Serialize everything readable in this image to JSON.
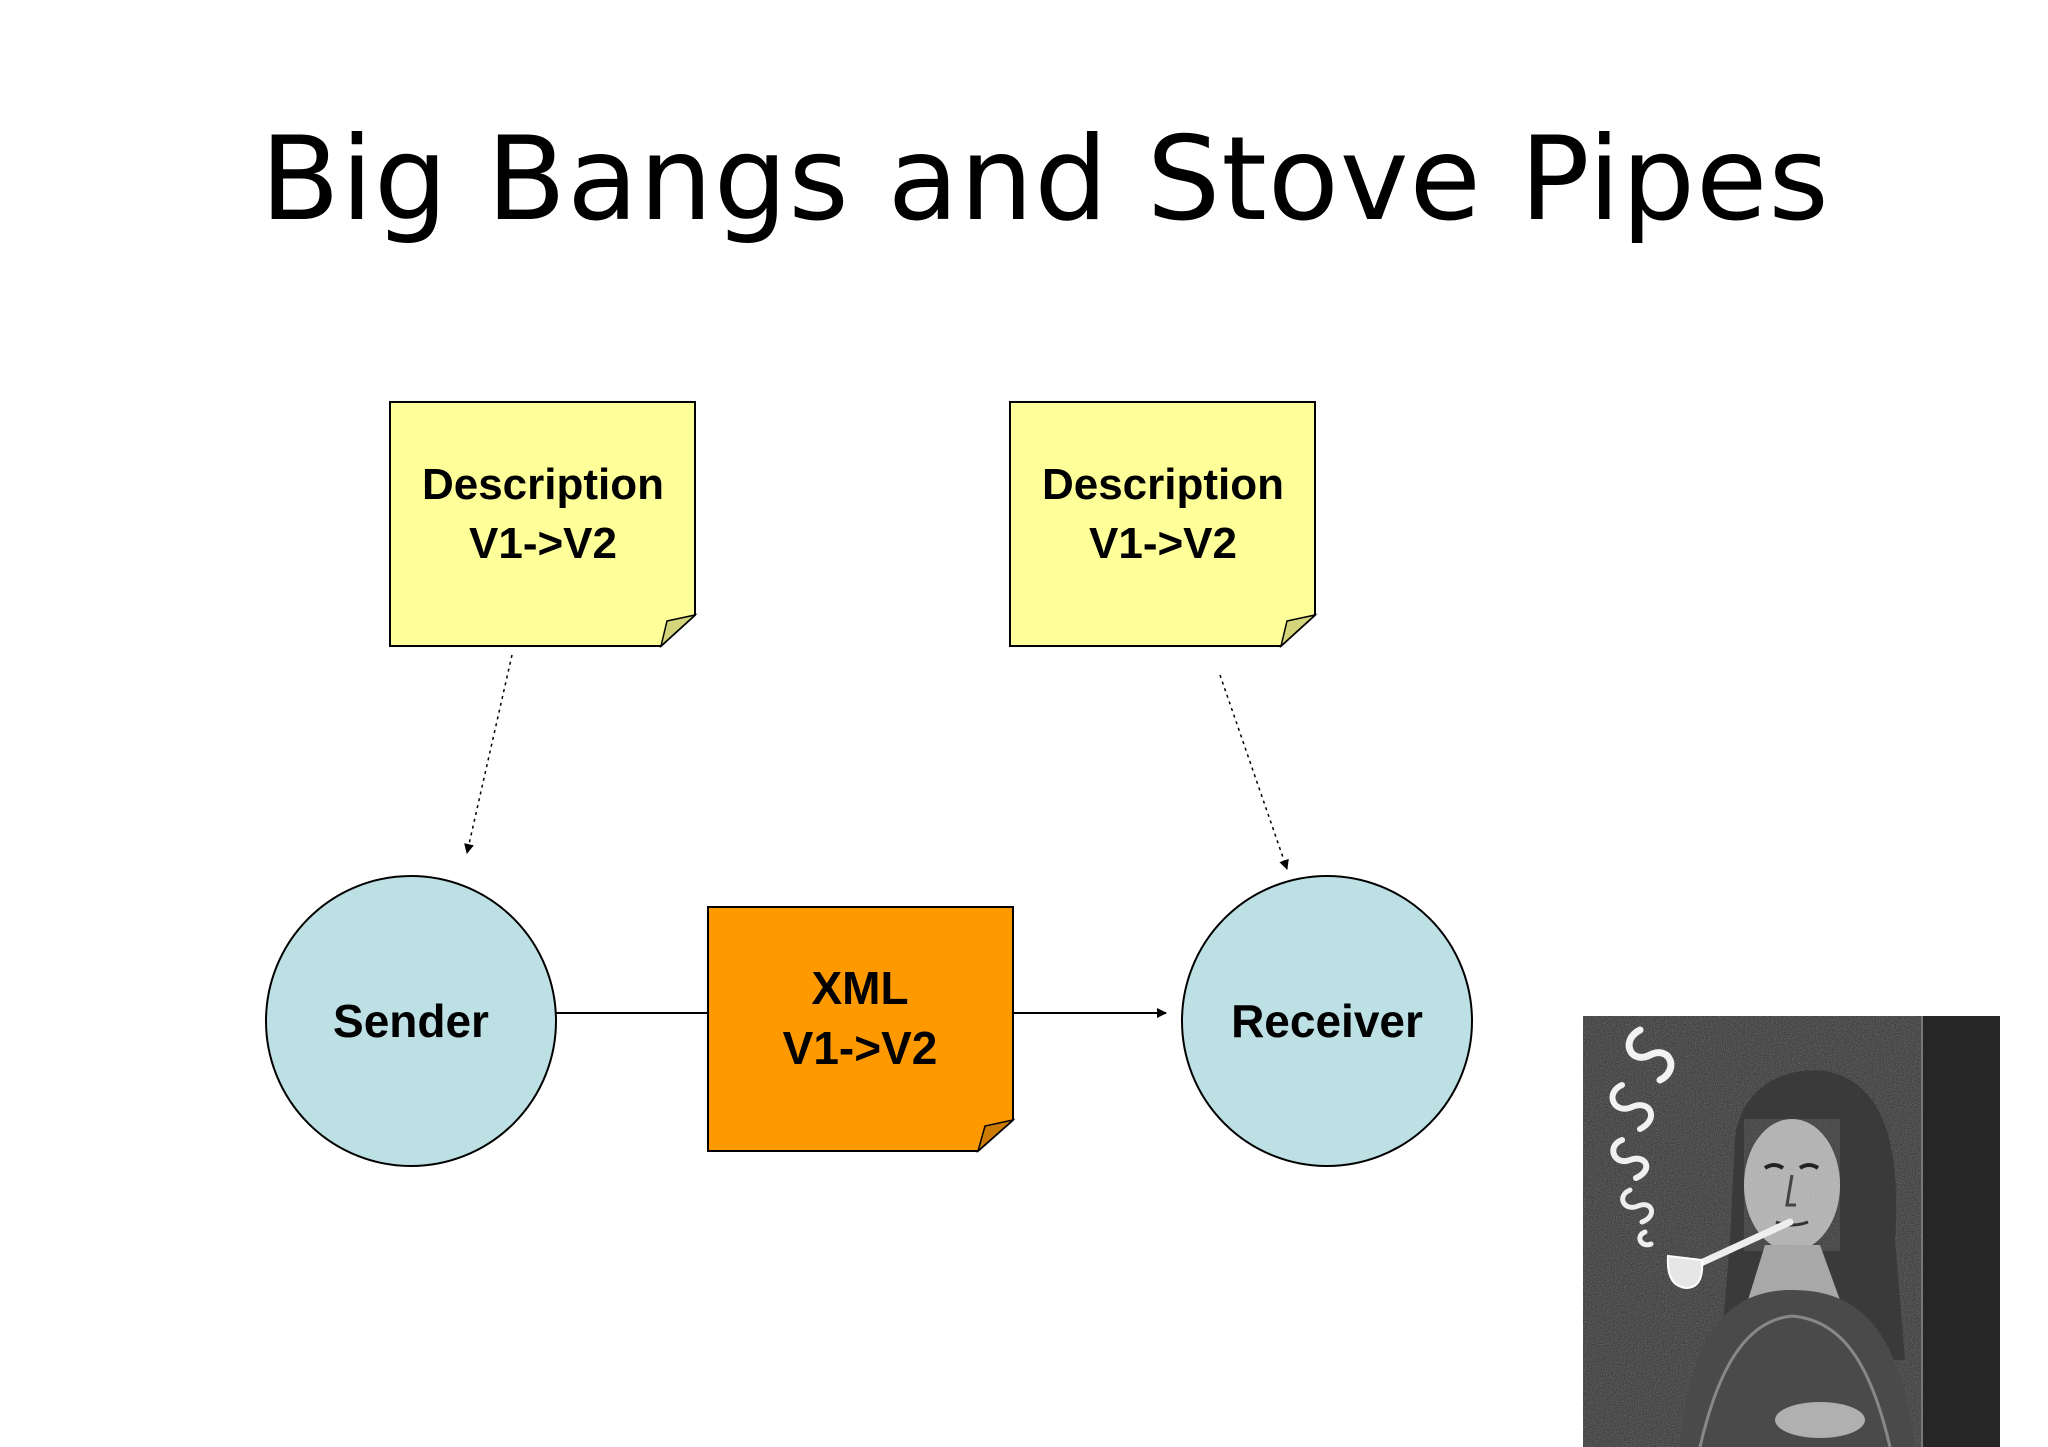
{
  "slide": {
    "title": "Big Bangs and Stove Pipes"
  },
  "diagram": {
    "notes": [
      {
        "line1": "Description",
        "line2": "V1->V2"
      },
      {
        "line1": "Description",
        "line2": "V1->V2"
      }
    ],
    "sender": {
      "label": "Sender"
    },
    "message": {
      "line1": "XML",
      "line2": "V1->V2"
    },
    "receiver": {
      "label": "Receiver"
    }
  },
  "colors": {
    "note_fill": "#ffff99",
    "note_fold": "#d4d47a",
    "node_fill": "#bde0e4",
    "message_fill": "#ff9900",
    "message_fold": "#cc7a00",
    "stroke": "#000000"
  },
  "picture": {
    "name": "mona-lisa-smoking-pipe-image"
  }
}
